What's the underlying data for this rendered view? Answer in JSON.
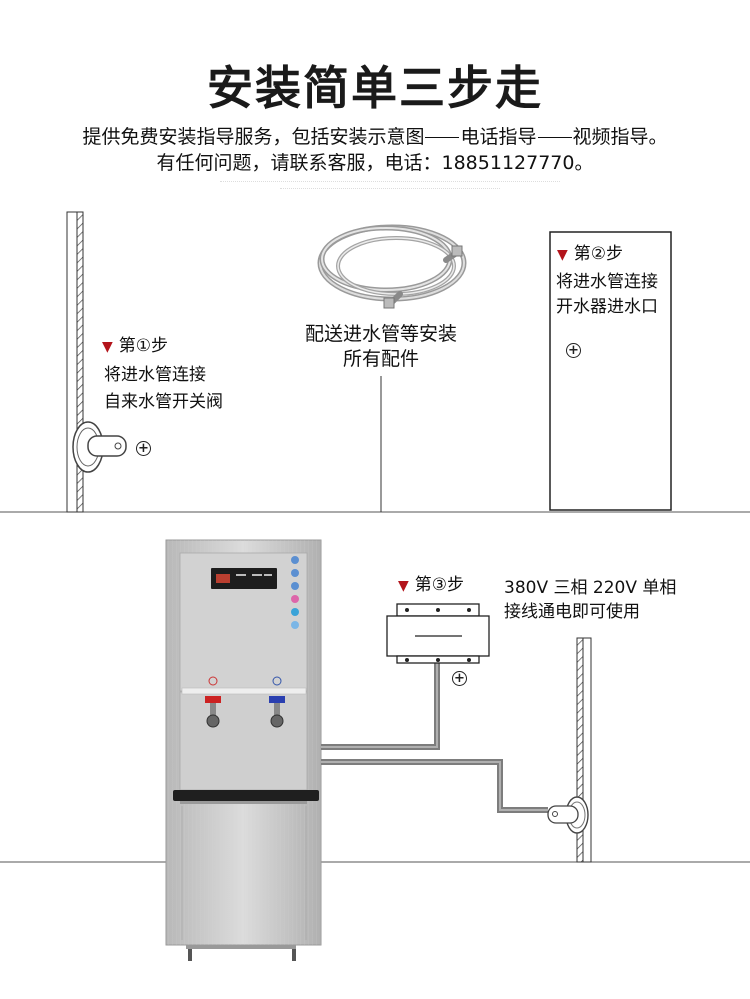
{
  "header": {
    "title": "安装简单三步走",
    "subtitle_parts": [
      "提供免费安装指导服务，包括安装示意图",
      "电话指导",
      "视频指导。"
    ],
    "contact_line": "有任何问题，请联系客服，电话：18851127770。"
  },
  "steps": {
    "step1": {
      "label": "第①步",
      "line1": "将进水管连接",
      "line2": "自来水管开关阀"
    },
    "step2": {
      "label": "第②步",
      "line1": "将进水管连接",
      "line2": "开水器进水口"
    },
    "step3": {
      "label": "第③步"
    }
  },
  "hose_caption": {
    "line1": "配送进水管等安装",
    "line2": "所有配件"
  },
  "power_note": {
    "line1": "380V 三相 220V 单相",
    "line2": "接线通电即可使用"
  },
  "symbols": {
    "plus": "+",
    "marker": "▼"
  },
  "colors": {
    "marker": "#b3141b",
    "pipe": "#888888",
    "cabinet": "#c9c9c9"
  }
}
